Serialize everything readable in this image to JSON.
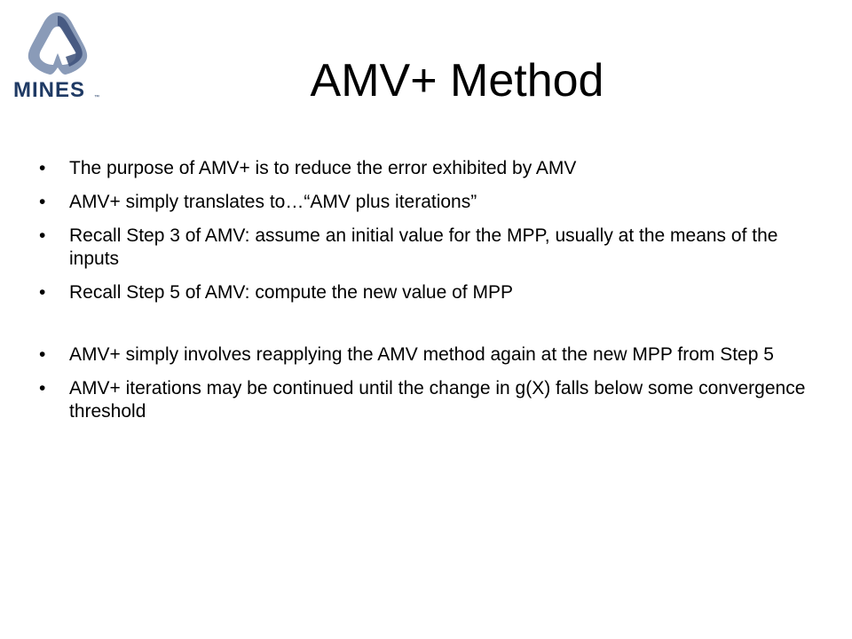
{
  "logo": {
    "text": "MINES",
    "trademark": "™",
    "colors": {
      "shield": "#8a9bb8",
      "shield_inner": "#3b4f78",
      "text": "#1f3a64"
    }
  },
  "title": "AMV+ Method",
  "bullet_glyph": "•",
  "bullets": [
    {
      "text": "The purpose of AMV+ is to reduce the error exhibited by AMV"
    },
    {
      "text": "AMV+ simply translates to…“AMV plus iterations”"
    },
    {
      "text": "Recall Step 3 of AMV: assume an initial value for the MPP, usually at the means of the inputs"
    },
    {
      "text": "Recall Step 5 of AMV: compute the new value of MPP"
    },
    {
      "text": "AMV+ simply involves reapplying the AMV method again at the new MPP from Step 5"
    },
    {
      "text": "AMV+ iterations may be continued until the change in g(X) falls below some convergence threshold"
    }
  ]
}
